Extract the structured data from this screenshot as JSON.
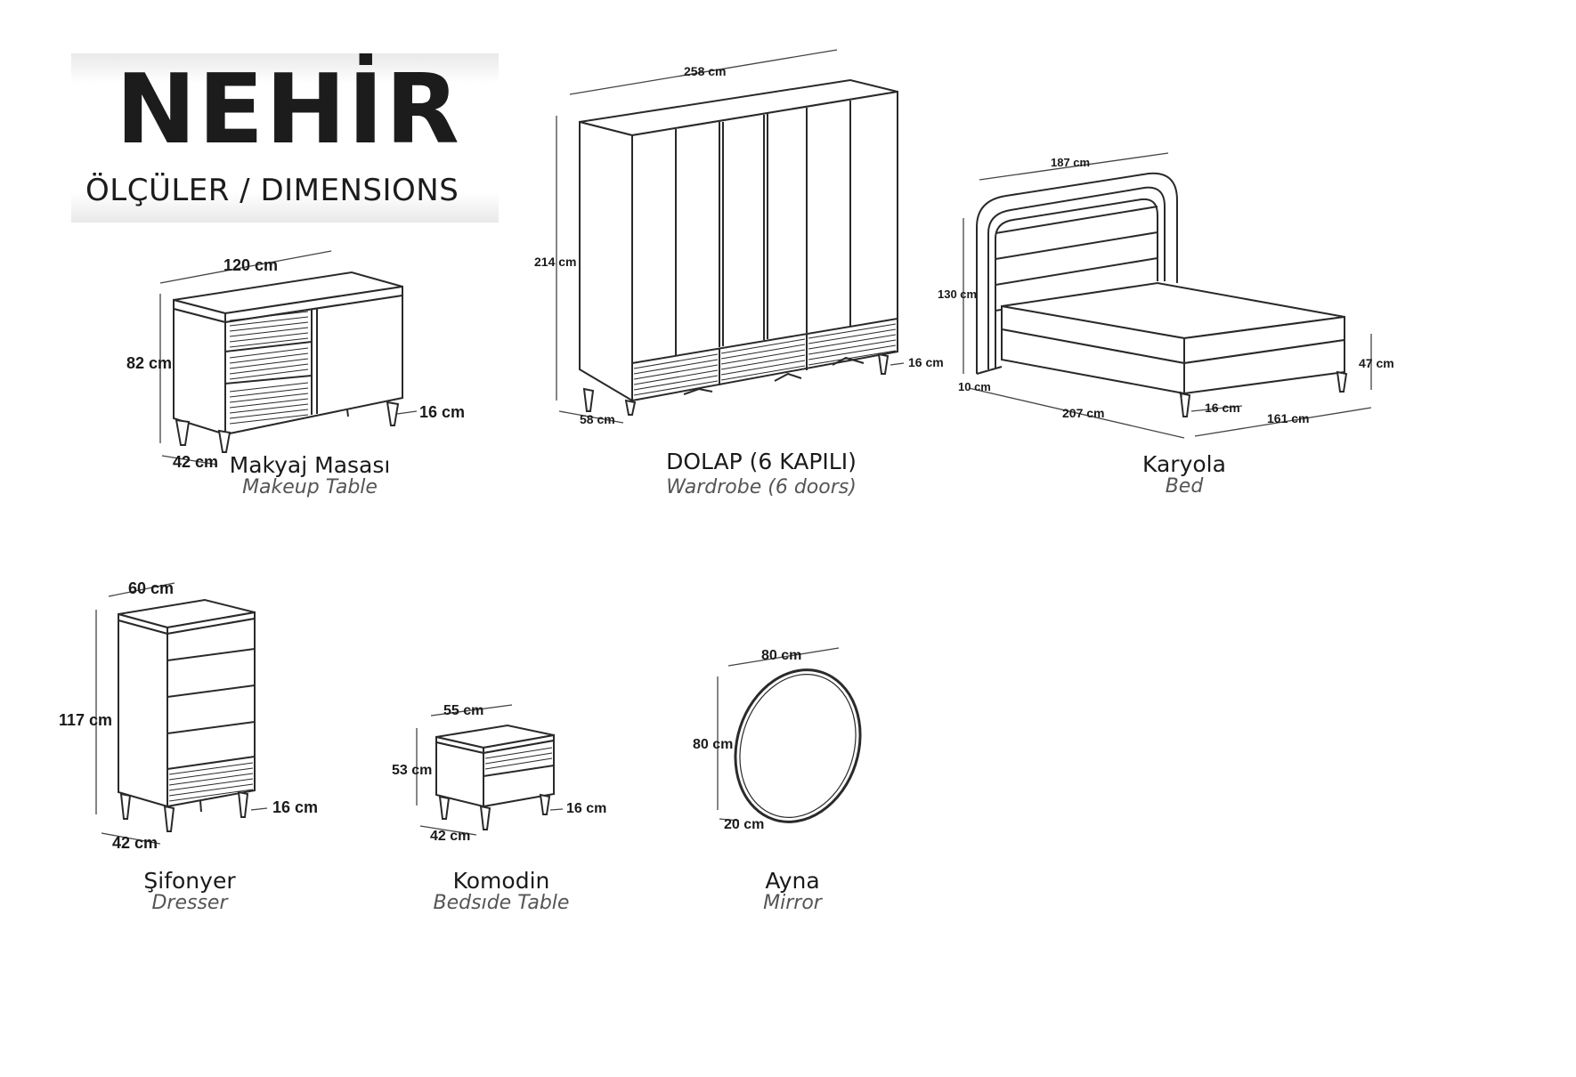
{
  "brand": {
    "title": "NEHİR",
    "subtitle": "ÖLÇÜLER / DIMENSIONS"
  },
  "products": {
    "makeup_table": {
      "name": "Makyaj Masası",
      "name_en": "Makeup Table",
      "dims": {
        "width": "120 cm",
        "height": "82 cm",
        "depth": "42 cm",
        "leg": "16 cm"
      }
    },
    "wardrobe": {
      "name": "DOLAP (6 KAPILI)",
      "name_en": "Wardrobe (6 doors)",
      "dims": {
        "width": "258 cm",
        "height": "214 cm",
        "depth": "58 cm",
        "leg": "16 cm"
      }
    },
    "bed": {
      "name": "Karyola",
      "name_en": "Bed",
      "dims": {
        "width": "187 cm",
        "headboard": "130 cm",
        "length": "207 cm",
        "leg": "16 cm",
        "outer_width": "161 cm",
        "height": "47 cm",
        "base": "10 cm"
      }
    },
    "dresser": {
      "name": "Şifonyer",
      "name_en": "Dresser",
      "dims": {
        "width": "60 cm",
        "height": "117 cm",
        "depth": "42 cm",
        "leg": "16 cm"
      }
    },
    "nightstand": {
      "name": "Komodin",
      "name_en": "Bedsıde Table",
      "dims": {
        "width": "55 cm",
        "height": "53 cm",
        "depth": "42 cm",
        "leg": "16 cm"
      }
    },
    "mirror": {
      "name": "Ayna",
      "name_en": "Mirror",
      "dims": {
        "width": "80 cm",
        "height": "80 cm",
        "depth": "20 cm"
      }
    }
  },
  "colors": {
    "line": "#2a2a2a",
    "fill": "#ffffff",
    "dim_line": "#444444"
  }
}
